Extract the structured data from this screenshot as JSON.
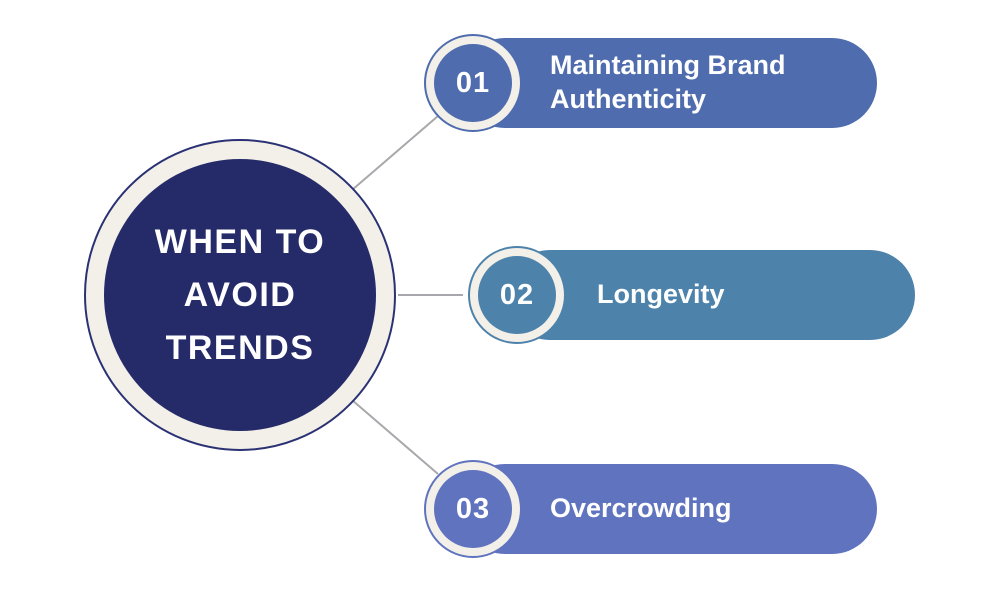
{
  "page": {
    "background": "#ffffff"
  },
  "palette": {
    "ring": "#f3f0e9"
  },
  "center": {
    "title_lines": [
      "WHEN TO",
      "AVOID",
      "TRENDS"
    ],
    "fill_color": "#252b68",
    "ring_color": "#f3f0e9",
    "outline_color": "#2b3274",
    "text_color": "#ffffff"
  },
  "connector": {
    "color": "#a8a8ac"
  },
  "items": [
    {
      "number": "01",
      "label": "Maintaining Brand Authenticity",
      "color": "#4e6cae",
      "text_color": "#ffffff"
    },
    {
      "number": "02",
      "label": "Longevity",
      "color": "#4d82ab",
      "text_color": "#ffffff"
    },
    {
      "number": "03",
      "label": "Overcrowding",
      "color": "#5f73bf",
      "text_color": "#ffffff"
    }
  ]
}
